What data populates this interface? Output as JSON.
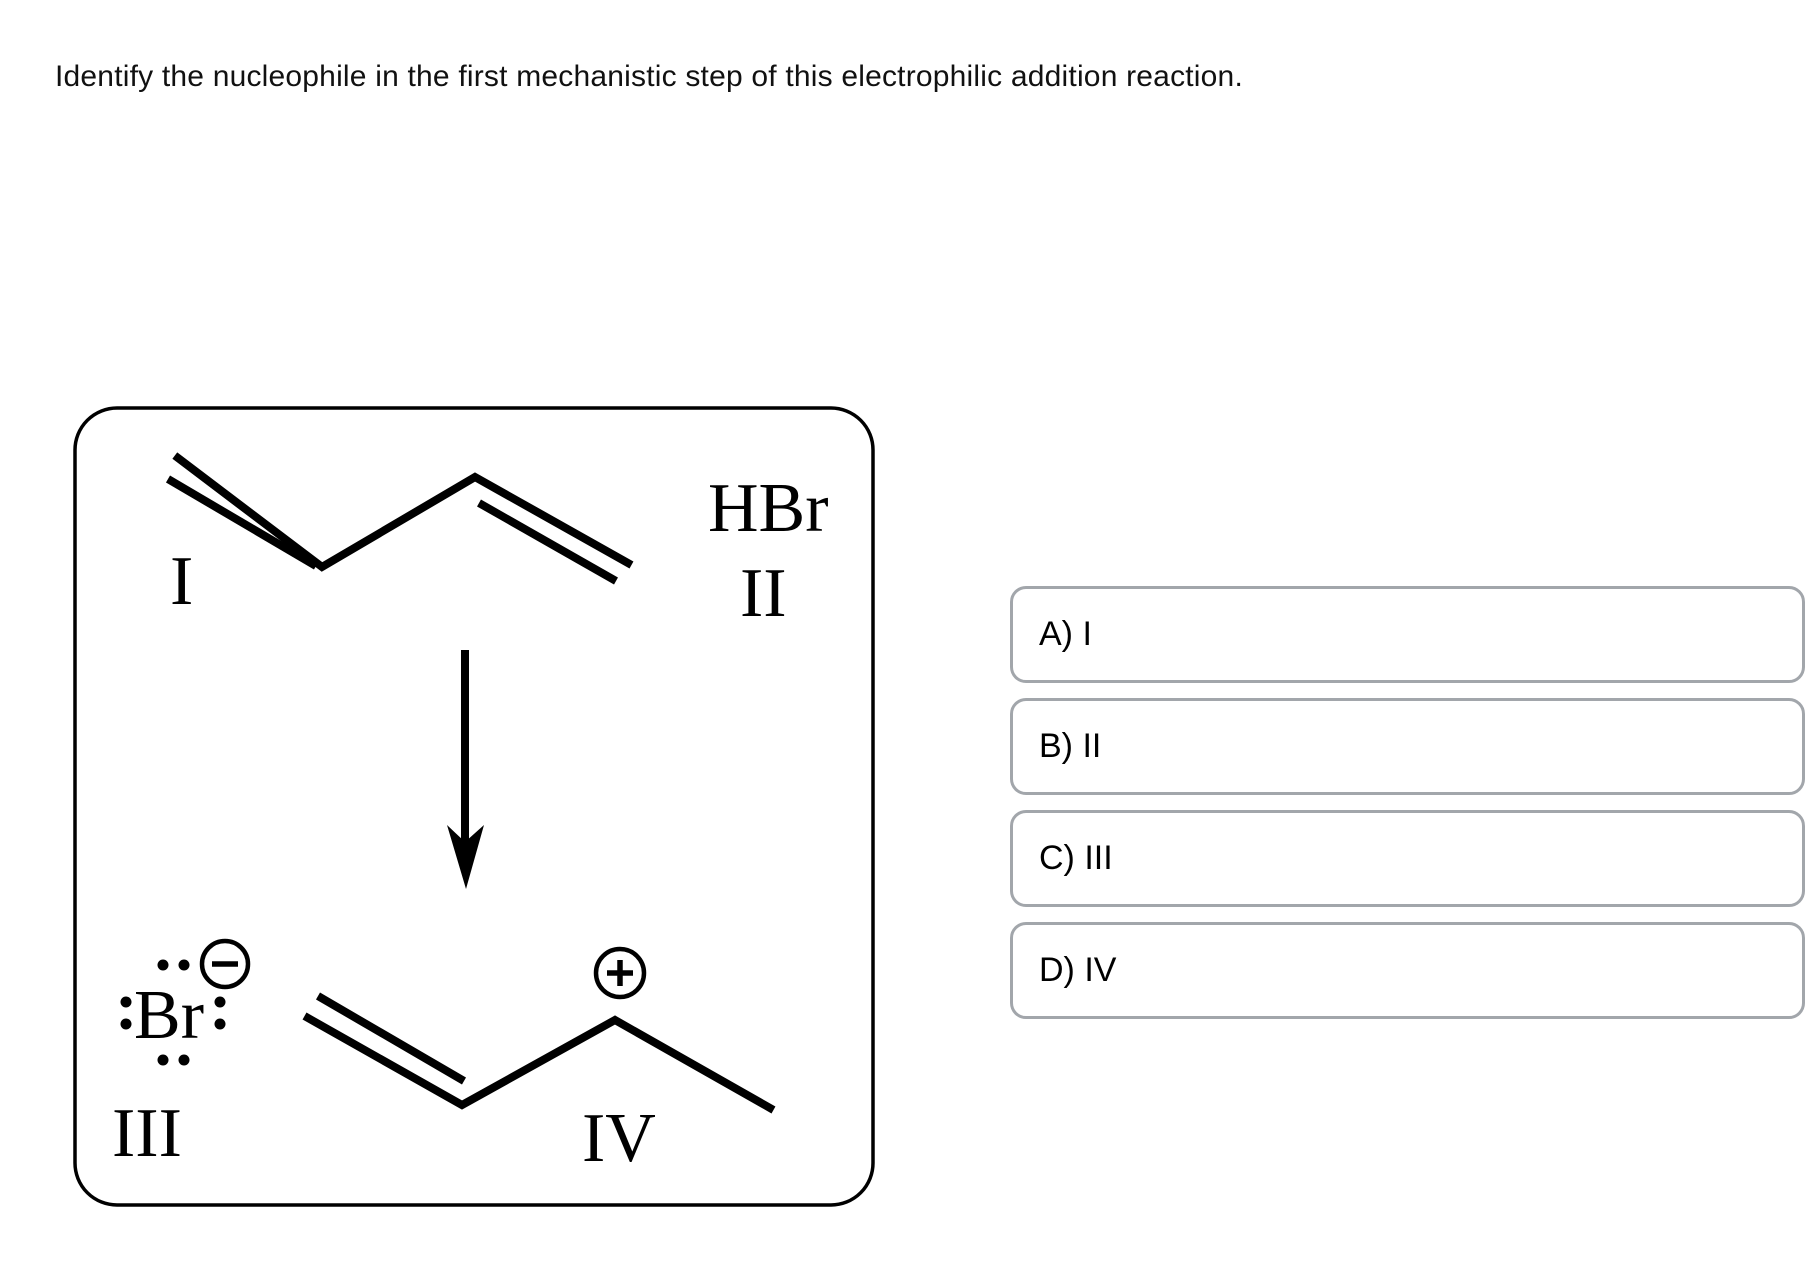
{
  "title": "Identify the nucleophile in the first mechanistic step of this electrophilic addition reaction.",
  "diagram": {
    "reactant_label": "I",
    "reagent_formula": "HBr",
    "reagent_label": "II",
    "bromide_formula": "Br",
    "bromide_label": "III",
    "carbocation_label": "IV",
    "icons": {
      "minus_charge": "minus-in-circle",
      "plus_charge": "plus-in-circle",
      "reaction_arrow": "arrow-down"
    }
  },
  "options": [
    {
      "key": "A",
      "label": "A) I"
    },
    {
      "key": "B",
      "label": "B) II"
    },
    {
      "key": "C",
      "label": "C) III"
    },
    {
      "key": "D",
      "label": "D) IV"
    }
  ],
  "colors": {
    "ink": "#000000",
    "option_border": "#a2a6ab",
    "background": "#ffffff"
  }
}
